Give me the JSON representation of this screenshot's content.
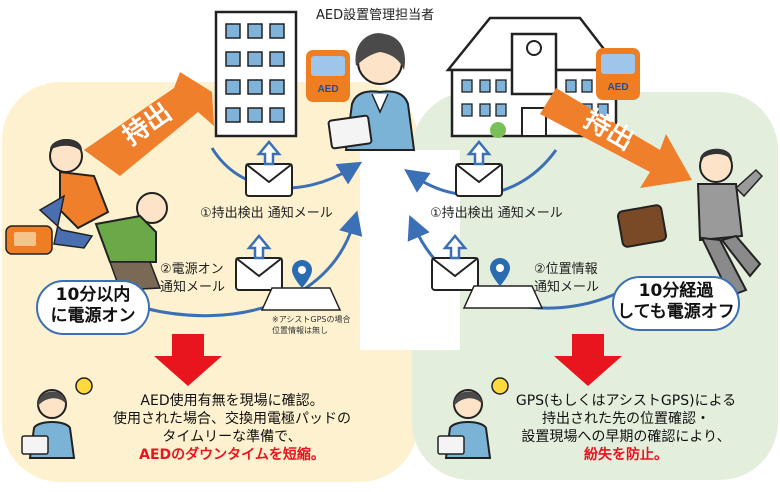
{
  "title": "AED設置管理担当者",
  "left": {
    "action_label": "持出",
    "notify1": "①持出検出 通知メール",
    "notify2_line1": "②電源オン",
    "notify2_line2": "通知メール",
    "note_line1": "※アシストGPSの場合",
    "note_line2": "位置情報は無し",
    "pill_line1": "10分以内",
    "pill_line2": "に電源オン",
    "result_line1": "AED使用有無を現場に確認。",
    "result_line2": "使用された場合、交換用電極パッドの",
    "result_line3": "タイムリーな準備で、",
    "result_line4": "AEDのダウンタイムを短縮。"
  },
  "right": {
    "action_label": "持出",
    "notify1": "①持出検出 通知メール",
    "notify2_line1": "②位置情報",
    "notify2_line2": "通知メール",
    "pill_line1": "10分経過",
    "pill_line2": "しても電源オフ",
    "result_line1": "GPS(もしくはアシストGPS)による",
    "result_line2": "持出された先の位置確認・",
    "result_line3": "設置現場への早期の確認により、",
    "result_line4": "紛失を防止。"
  },
  "colors": {
    "left_panel": "#fdf1cf",
    "right_panel": "#e3efdc",
    "orange_arrow": "#f07f2c",
    "red_arrow": "#e8141e",
    "blue_curve": "#3b6fb6",
    "highlight_text": "#e8141e"
  }
}
